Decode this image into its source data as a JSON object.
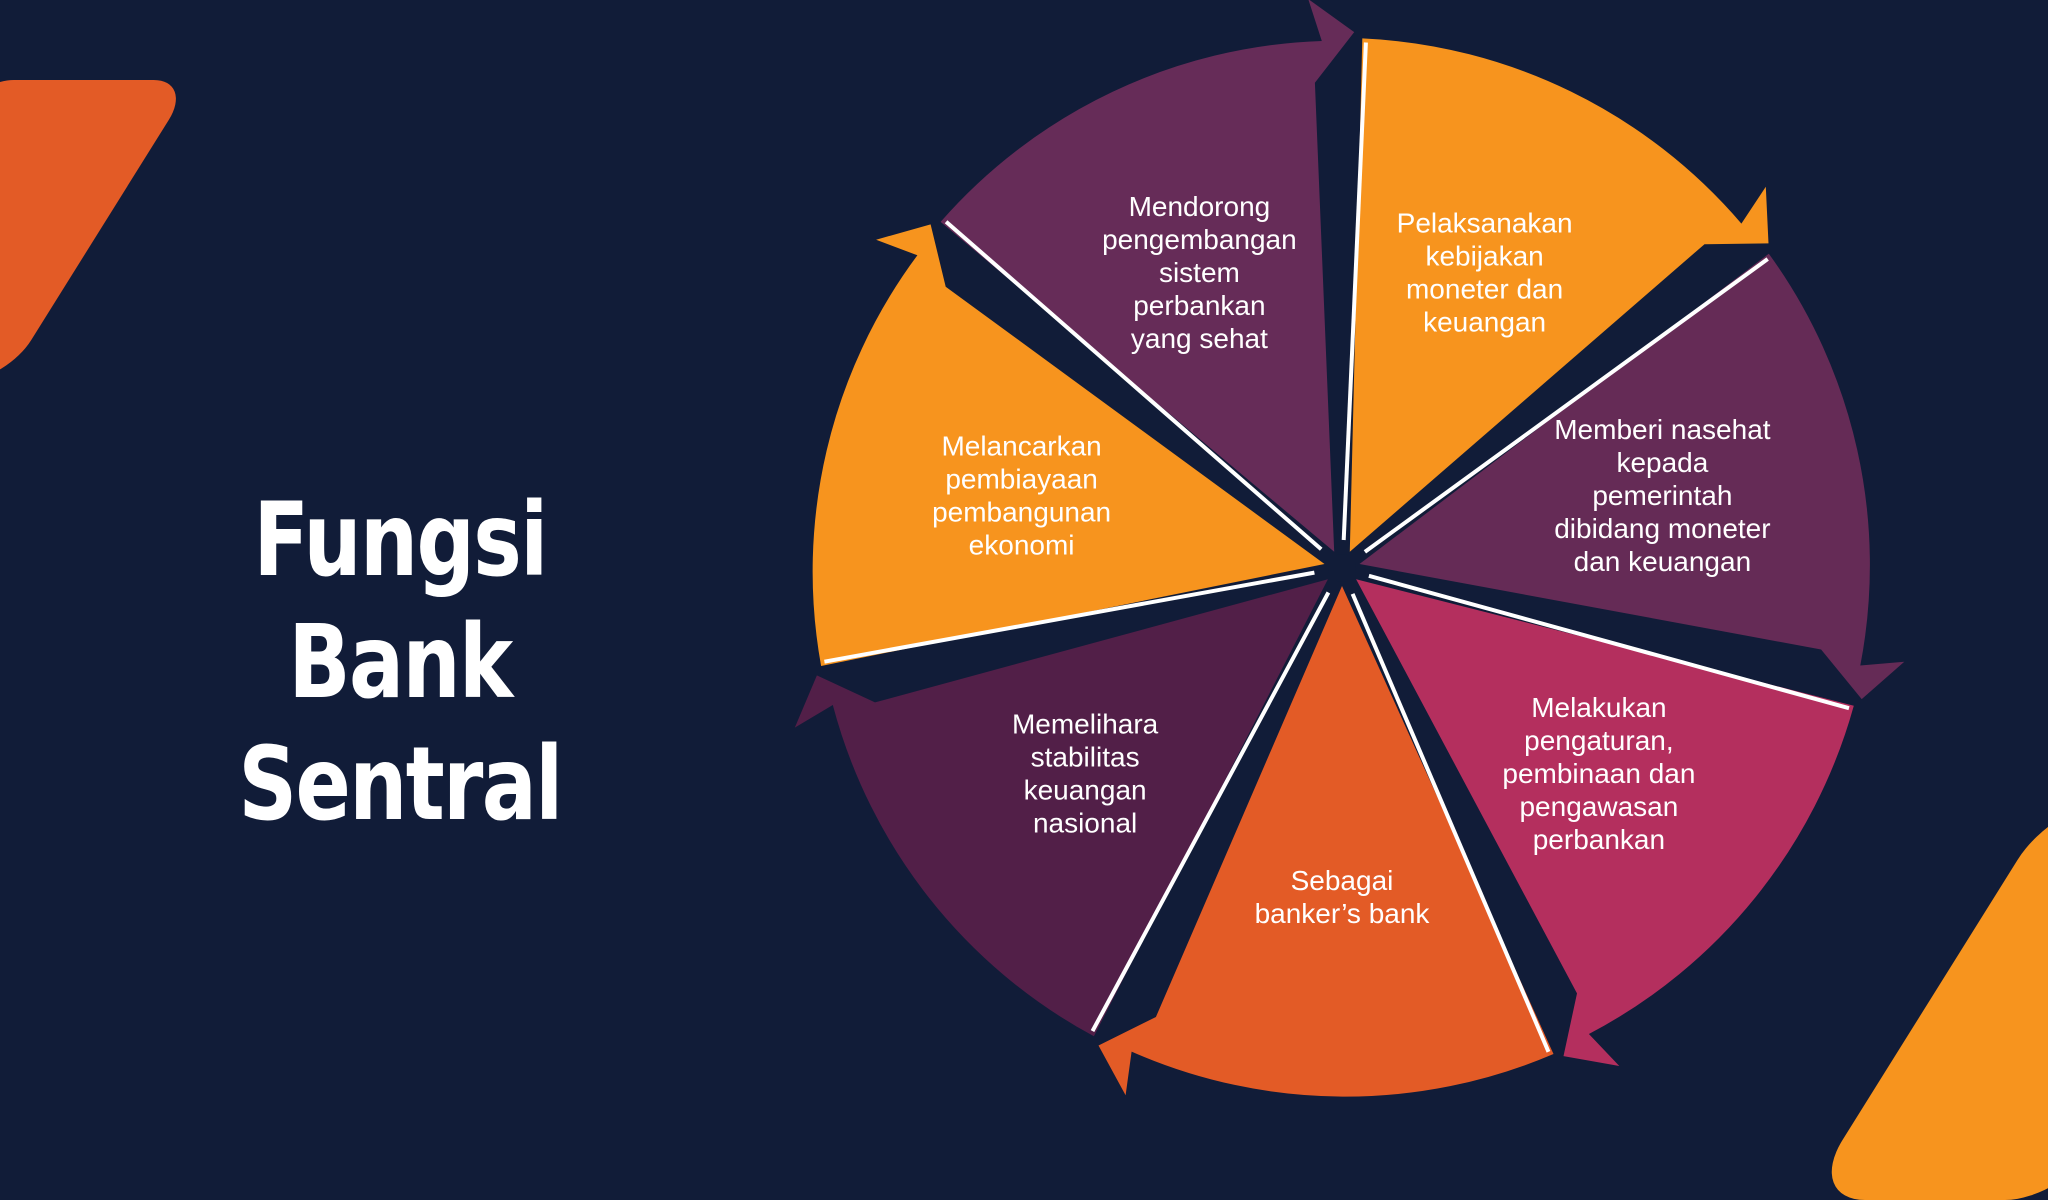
{
  "title": {
    "line1": "Fungsi Bank",
    "line2": "Sentral"
  },
  "wheel": {
    "segments": [
      {
        "lines": [
          "Pelaksanakan",
          "kebijakan",
          "moneter dan",
          "keuangan"
        ],
        "color": "#f7941e"
      },
      {
        "lines": [
          "Memberi nasehat",
          "kepada",
          "pemerintah",
          "dibidang moneter",
          "dan keuangan"
        ],
        "color": "#652b56"
      },
      {
        "lines": [
          "Melakukan",
          "pengaturan,",
          "pembinaan dan",
          "pengawasan",
          "perbankan"
        ],
        "color": "#b42f5e"
      },
      {
        "lines": [
          "Sebagai",
          "banker’s bank"
        ],
        "color": "#e35b26"
      },
      {
        "lines": [
          "Memelihara",
          "stabilitas",
          "keuangan",
          "nasional"
        ],
        "color": "#521f48"
      },
      {
        "lines": [
          "Melancarkan",
          "pembiayaan",
          "pembangunan",
          "ekonomi"
        ],
        "color": "#f7941e"
      },
      {
        "lines": [
          "Mendorong",
          "pengembangan",
          "sistem",
          "perbankan",
          "yang sehat"
        ],
        "color": "#662c58"
      }
    ]
  },
  "colors": {
    "background": "#111c38",
    "text": "#ffffff",
    "separator": "#ffffff"
  }
}
